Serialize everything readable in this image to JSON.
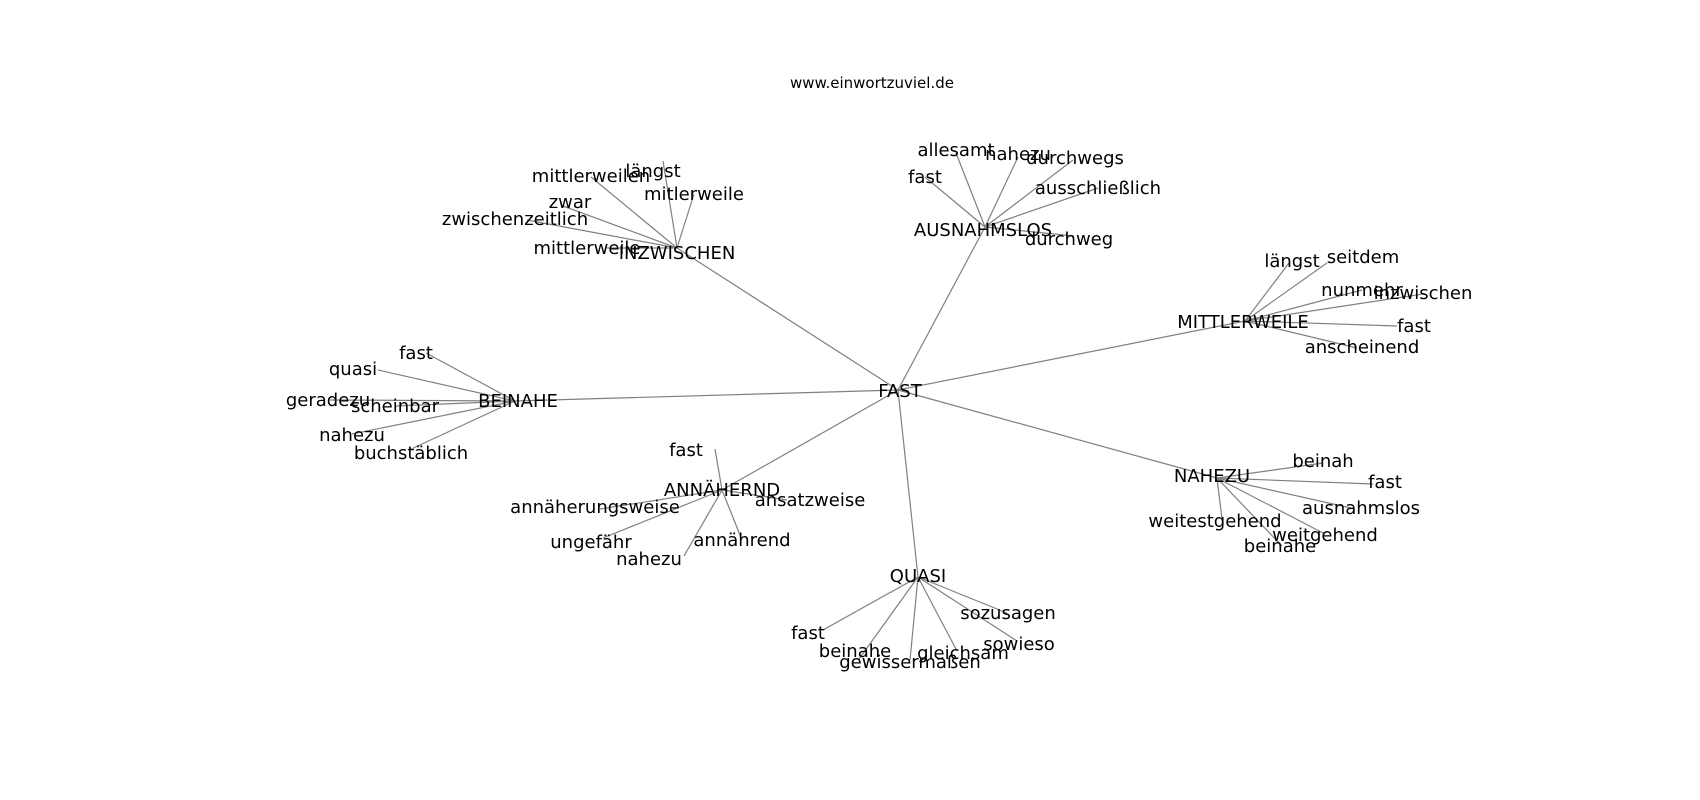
{
  "header": {
    "site": "www.einwortzuviel.de"
  },
  "graph": {
    "root": {
      "label": "FAST"
    },
    "clusters": [
      {
        "label": "INZWISCHEN",
        "leaves": [
          "mittlerweilen",
          "längst",
          "zwar",
          "mitlerweile",
          "zwischenzeitlich",
          "mittlerweile"
        ]
      },
      {
        "label": "AUSNAHMSLOS",
        "leaves": [
          "allesamt",
          "nahezu",
          "durchwegs",
          "fast",
          "ausschließlich",
          "durchweg"
        ]
      },
      {
        "label": "MITTLERWEILE",
        "leaves": [
          "längst",
          "seitdem",
          "nunmehr",
          "inzwischen",
          "fast",
          "anscheinend"
        ]
      },
      {
        "label": "BEINAHE",
        "leaves": [
          "fast",
          "quasi",
          "geradezu",
          "scheinbar",
          "nahezu",
          "buchstäblich"
        ]
      },
      {
        "label": "ANNÄHERND",
        "leaves": [
          "fast",
          "annäherungsweise",
          "ansatzweise",
          "ungefähr",
          "annährend",
          "nahezu"
        ]
      },
      {
        "label": "NAHEZU",
        "leaves": [
          "beinah",
          "fast",
          "ausnahmslos",
          "weitestgehend",
          "weitgehend",
          "beinahe"
        ]
      },
      {
        "label": "QUASI",
        "leaves": [
          "sozusagen",
          "fast",
          "sowieso",
          "beinahe",
          "gleichsam",
          "gewissermaßen"
        ]
      }
    ]
  }
}
